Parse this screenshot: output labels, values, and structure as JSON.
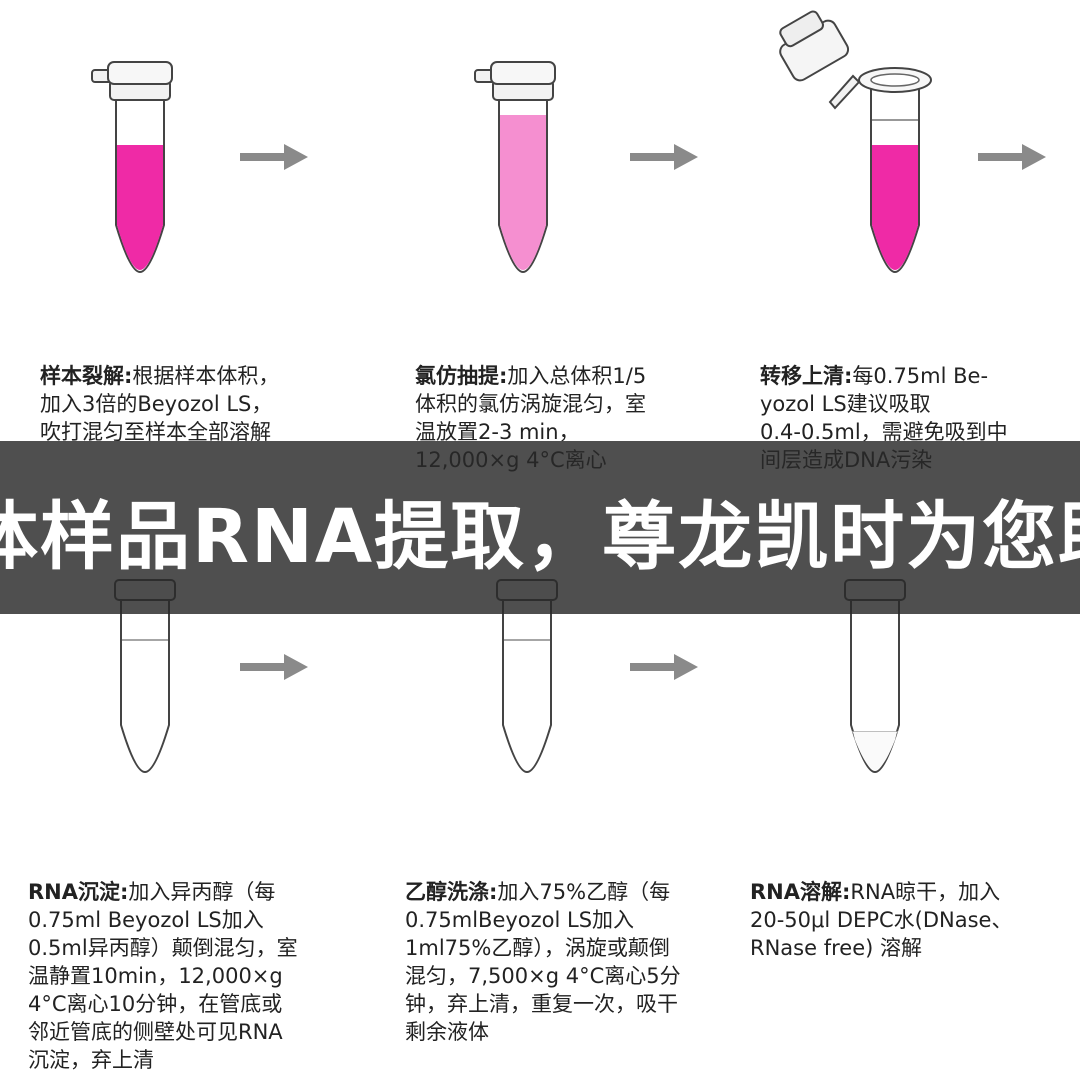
{
  "colors": {
    "magenta": "#ef2aa6",
    "pink": "#f58fd0",
    "arrow": "#8a8a8a",
    "outline": "#444444",
    "banner": "#333333"
  },
  "icons": {
    "tube": "microcentrifuge-tube-icon",
    "arrow": "right-arrow-icon"
  },
  "steps": [
    {
      "title": "样本裂解:",
      "text": "根据样本体积，\n加入3倍的Beyozol LS，\n吹打混匀至样本全部溶解"
    },
    {
      "title": "氯仿抽提:",
      "text": "加入总体积1/5\n体积的氯仿涡旋混匀，室\n温放置2-3 min，\n12,000×g 4°C离心"
    },
    {
      "title": "转移上清:",
      "text": "每0.75ml Be-\nyozol LS建议吸取\n0.4-0.5ml，需避免吸到中\n间层造成DNA污染"
    },
    {
      "title": "RNA沉淀:",
      "text": "加入异丙醇（每\n0.75ml Beyozol LS加入\n0.5ml异丙醇）颠倒混匀，室\n温静置10min，12,000×g\n4°C离心10分钟，在管底或\n邻近管底的侧壁处可见RNA\n沉淀，弃上清"
    },
    {
      "title": "乙醇洗涤:",
      "text": "加入75%乙醇（每\n0.75mlBeyozol LS加入\n1ml75%乙醇），涡旋或颠倒\n混匀，7,500×g 4°C离心5分\n钟，弃上清，重复一次，吸干\n剩余液体"
    },
    {
      "title": "RNA溶解:",
      "text": "RNA晾干，加入\n20-50μl DEPC水(DNase、\nRNase free) 溶解"
    }
  ],
  "banner": {
    "text": "体样品RNA提取，尊龙凯时为您助"
  }
}
